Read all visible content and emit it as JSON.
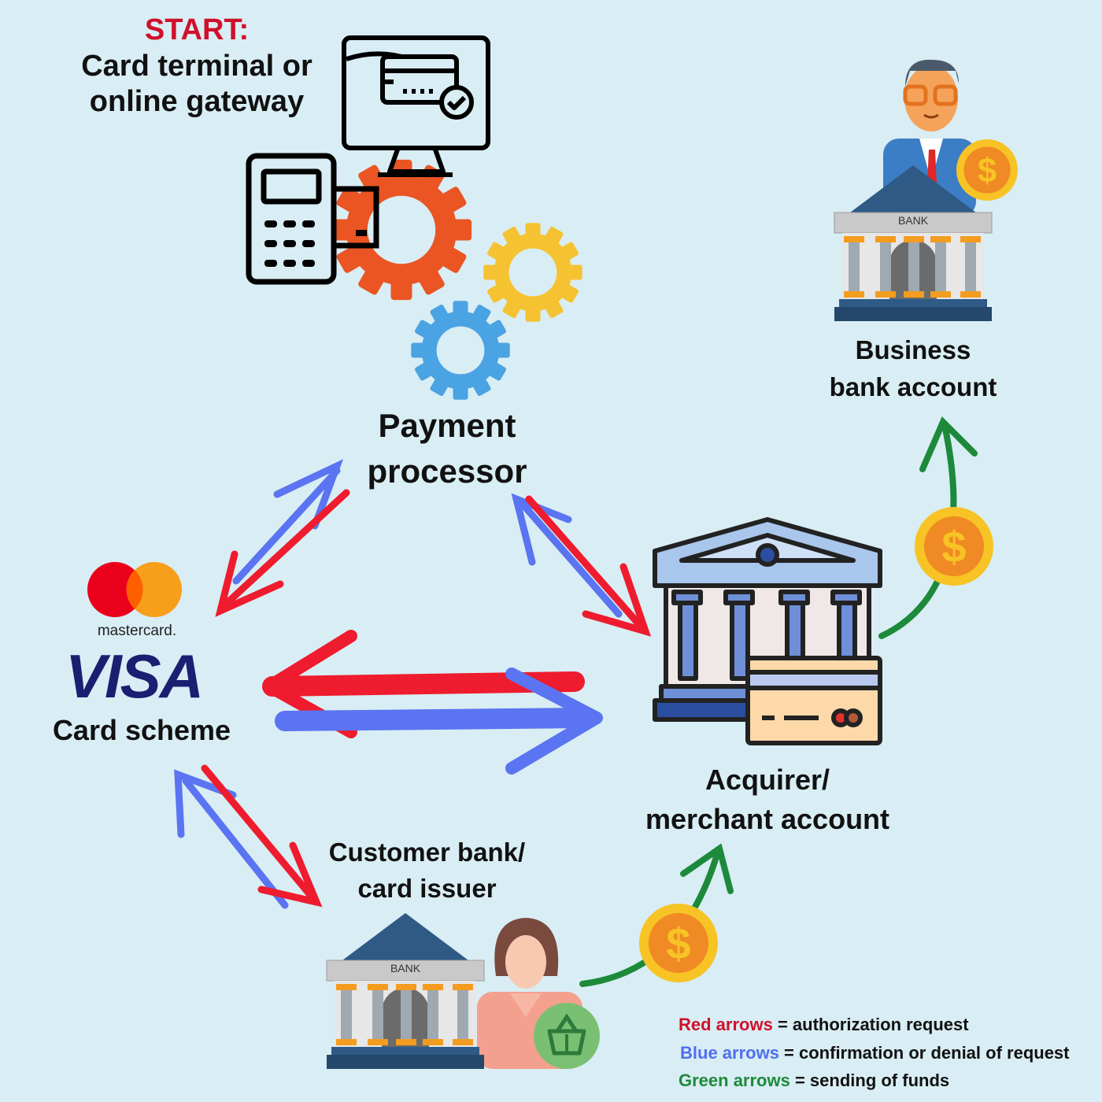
{
  "start": {
    "prefix": "START:",
    "line1": "Card terminal or",
    "line2": "online gateway"
  },
  "nodes": {
    "payment_processor": {
      "line1": "Payment",
      "line2": "processor"
    },
    "card_scheme": {
      "mastercard": "mastercard.",
      "visa": "VISA",
      "label": "Card scheme"
    },
    "acquirer": {
      "line1": "Acquirer/",
      "line2": "merchant account"
    },
    "customer_bank": {
      "line1": "Customer bank/",
      "line2": "card issuer",
      "bank_sign": "BANK"
    },
    "business_bank": {
      "line1": "Business",
      "line2": "bank account",
      "bank_sign": "BANK"
    }
  },
  "legend": [
    {
      "key": "Red arrows",
      "desc": " = authorization request",
      "color": "#d0102a"
    },
    {
      "key": "Blue arrows",
      "desc": " = confirmation or denial of request",
      "color": "#4f6ff0"
    },
    {
      "key": "Green arrows",
      "desc": " = sending of funds",
      "color": "#1c8a3a"
    }
  ],
  "colors": {
    "red_arrow": "#ee1c2e",
    "blue_arrow": "#5a74f2",
    "green_arrow": "#1c8a3a",
    "gear_red": "#ea5523",
    "gear_yellow": "#f5c332",
    "gear_blue": "#4aa3e2",
    "coin": "#f7c325",
    "coin_inner": "#f08a24"
  },
  "icons": [
    "card-terminal-icon",
    "online-gateway-monitor-icon",
    "gear-icon",
    "mastercard-logo",
    "visa-logo",
    "bank-icon",
    "credit-card-icon",
    "dollar-coin-icon",
    "businessman-icon",
    "customer-woman-icon",
    "shopping-basket-icon"
  ]
}
